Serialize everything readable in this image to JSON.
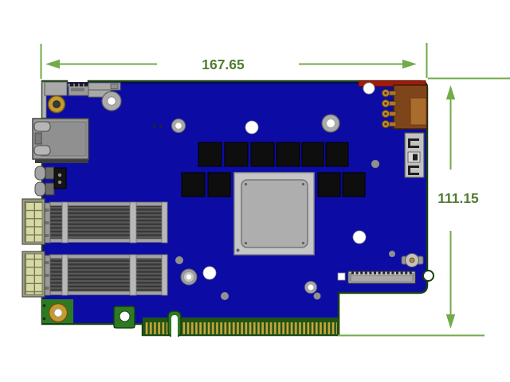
{
  "drawing": {
    "type": "pcb-mechanical-dimension-drawing",
    "view": "top",
    "dimensions": {
      "width_mm": "167.65",
      "height_mm": "111.15"
    },
    "colors": {
      "pcb_solder_mask_blue": "#0c0ca5",
      "board_edge_green": "#173f10",
      "bare_pcb_green": "#2e7a22",
      "dimension_line_green": "#72ab4a",
      "dimension_text_green": "#517d33",
      "gold_pad": "#c49b2f",
      "gold_finger": "#c9a43e",
      "component_black": "#0e0e0e",
      "chip_gray": "#aeaeae",
      "connector_brown": "#7f451a",
      "strip_red": "#a21a0a"
    },
    "components": {
      "asic": "central BGA package",
      "qsfp_cages": 2,
      "rj45": "management ethernet connector",
      "power_connector": "brown header top-right",
      "pcie_edge": "gold finger edge connector with key notch",
      "inductor_count": 10,
      "mounting_hole_count": 3
    }
  }
}
